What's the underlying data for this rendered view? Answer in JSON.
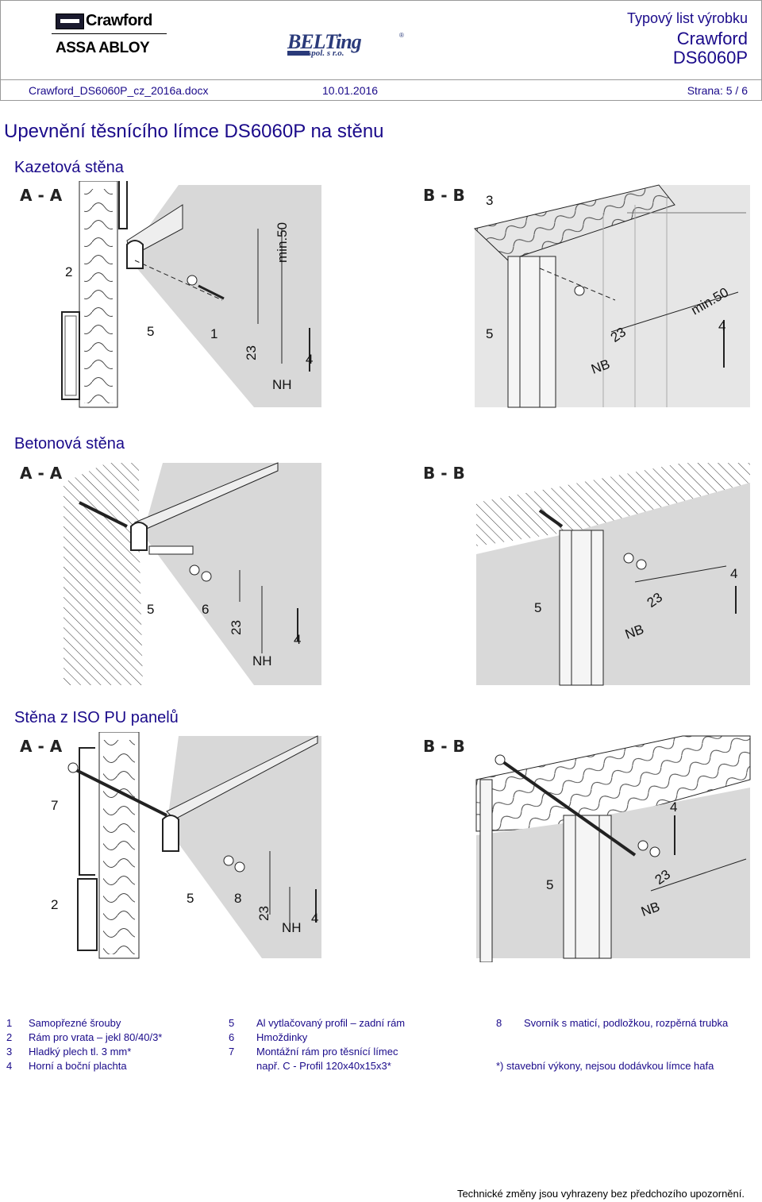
{
  "header": {
    "logo_crawford": "Crawford",
    "logo_assa": "ASSA ABLOY",
    "logo_belting": "BELTing",
    "logo_belting_sub": "spol. s r.o.",
    "doc_type": "Typový list výrobku",
    "brand": "Crawford",
    "model": "DS6060P",
    "filename": "Crawford_DS6060P_cz_2016a.docx",
    "date": "10.01.2016",
    "page": "Strana: 5 / 6"
  },
  "title": "Upevnění těsnícího límce DS6060P na stěnu",
  "sections": [
    {
      "heading": "Kazetová stěna",
      "left": {
        "view": "A - A",
        "labels": [
          "2",
          "5",
          "1",
          "23",
          "NH",
          "4",
          "min.50"
        ]
      },
      "right": {
        "view": "B - B",
        "labels": [
          "3",
          "5",
          "23",
          "NB",
          "min.50",
          "4"
        ]
      }
    },
    {
      "heading": "Betonová stěna",
      "left": {
        "view": "A - A",
        "labels": [
          "5",
          "6",
          "23",
          "NH",
          "4"
        ]
      },
      "right": {
        "view": "B - B",
        "labels": [
          "5",
          "23",
          "NB",
          "4"
        ]
      }
    },
    {
      "heading": "Stěna z ISO PU panelů",
      "left": {
        "view": "A - A",
        "labels": [
          "7",
          "2",
          "5",
          "8",
          "23",
          "NH",
          "4"
        ]
      },
      "right": {
        "view": "B - B",
        "labels": [
          "4",
          "5",
          "23",
          "NB"
        ]
      }
    }
  ],
  "legend": {
    "col1": [
      {
        "n": "1",
        "t": "Samopřezné šrouby"
      },
      {
        "n": "2",
        "t": "Rám pro vrata – jekl 80/40/3*"
      },
      {
        "n": "3",
        "t": "Hladký plech tl. 3 mm*"
      },
      {
        "n": "4",
        "t": "Horní a boční plachta"
      }
    ],
    "col2": [
      {
        "n": "5",
        "t": "Al vytlačovaný profil – zadní rám"
      },
      {
        "n": "6",
        "t": "Hmoždinky"
      },
      {
        "n": "7",
        "t": "Montážní rám pro těsnící límec"
      },
      {
        "n": "",
        "t": "např. C - Profil 120x40x15x3*"
      }
    ],
    "col3": [
      {
        "n": "8",
        "t": "Svorník s maticí, podložkou, rozpěrná trubka"
      }
    ],
    "note": "*) stavební výkony, nejsou dodávkou límce hafa"
  },
  "footer": "Technické změny jsou vyhrazeny bez předchozího upozornění."
}
